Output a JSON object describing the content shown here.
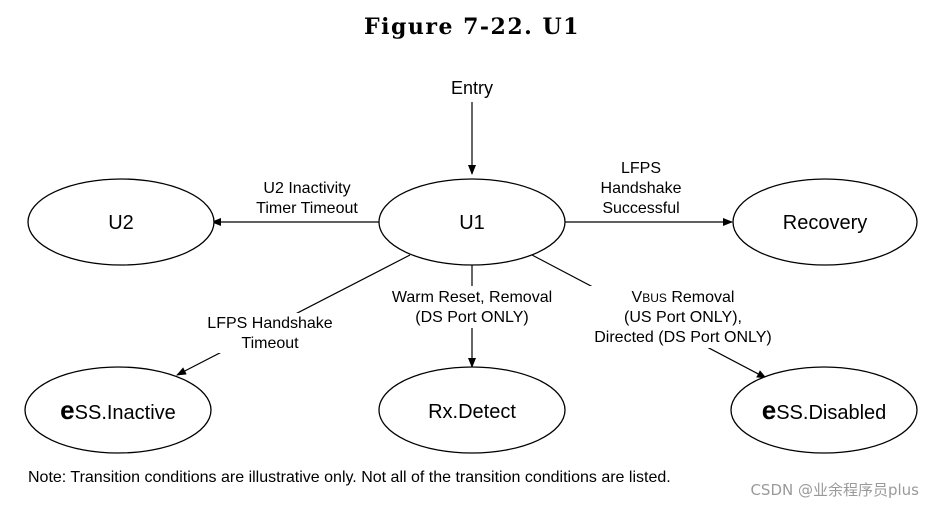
{
  "title": "Figure 7-22. U1",
  "entry_label": "Entry",
  "states": {
    "u1": "U1",
    "u2": "U2",
    "recovery": "Recovery",
    "ess_inactive": {
      "prefix": "e",
      "rest": "SS.Inactive"
    },
    "rx_detect": "Rx.Detect",
    "ess_disabled": {
      "prefix": "e",
      "rest": "SS.Disabled"
    }
  },
  "transitions": {
    "to_u2": [
      "U2 Inactivity",
      "Timer Timeout"
    ],
    "to_recovery": [
      "LFPS",
      "Handshake",
      "Successful"
    ],
    "to_ess_inactive": [
      "LFPS Handshake",
      "Timeout"
    ],
    "to_rx_detect": [
      "Warm Reset, Removal",
      "(DS Port ONLY)"
    ],
    "to_ess_disabled": {
      "line1_prefix": "V",
      "line1_smallcaps": "BUS",
      "line1_rest": " Removal",
      "line2": "(US Port ONLY),",
      "line3": "Directed (DS Port ONLY)"
    }
  },
  "note": "Note: Transition conditions are illustrative only.  Not all of the transition conditions are listed.",
  "watermark": "CSDN @业余程序员plus"
}
